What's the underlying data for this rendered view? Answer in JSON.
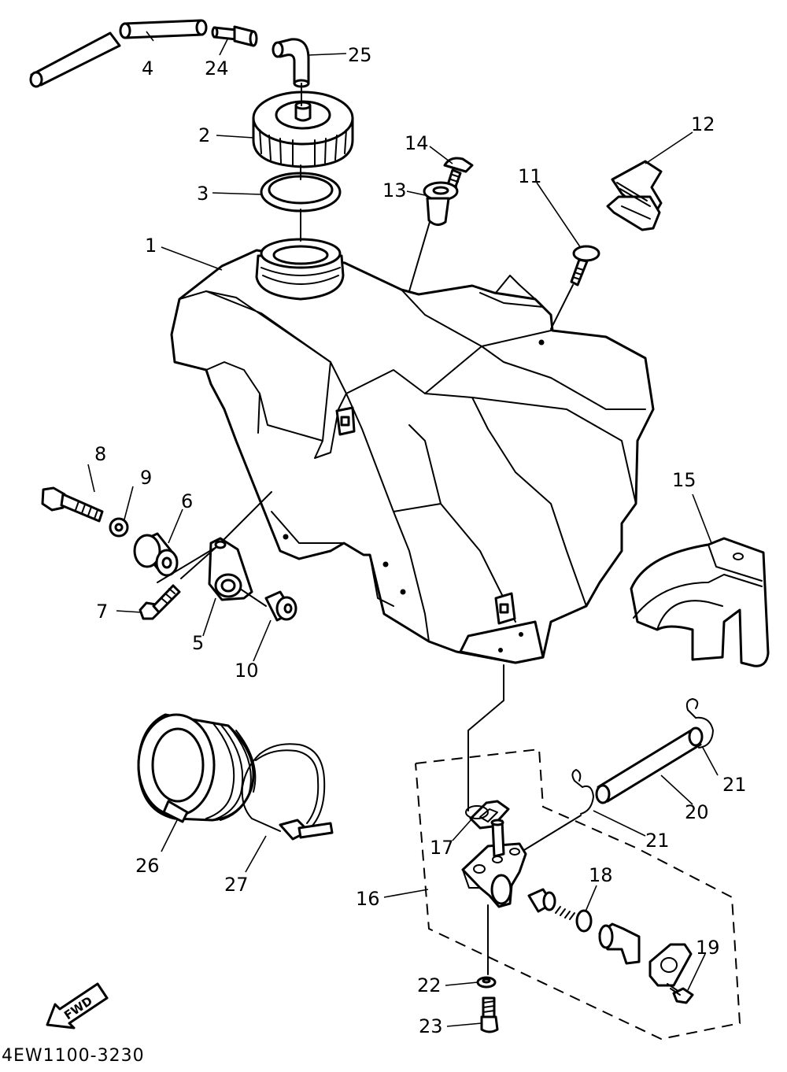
{
  "diagram": {
    "drawing_code": "4EW1100-3230",
    "fwd_label": "FWD",
    "callouts": [
      {
        "id": "c1",
        "text": "1"
      },
      {
        "id": "c2",
        "text": "2"
      },
      {
        "id": "c3",
        "text": "3"
      },
      {
        "id": "c4",
        "text": "4"
      },
      {
        "id": "c5",
        "text": "5"
      },
      {
        "id": "c6",
        "text": "6"
      },
      {
        "id": "c7",
        "text": "7"
      },
      {
        "id": "c8",
        "text": "8"
      },
      {
        "id": "c9",
        "text": "9"
      },
      {
        "id": "c10",
        "text": "10"
      },
      {
        "id": "c11",
        "text": "11"
      },
      {
        "id": "c12",
        "text": "12"
      },
      {
        "id": "c13",
        "text": "13"
      },
      {
        "id": "c14",
        "text": "14"
      },
      {
        "id": "c15",
        "text": "15"
      },
      {
        "id": "c16",
        "text": "16"
      },
      {
        "id": "c17",
        "text": "17"
      },
      {
        "id": "c18",
        "text": "18"
      },
      {
        "id": "c19",
        "text": "19"
      },
      {
        "id": "c20",
        "text": "20"
      },
      {
        "id": "c21a",
        "text": "21"
      },
      {
        "id": "c21b",
        "text": "21"
      },
      {
        "id": "c22",
        "text": "22"
      },
      {
        "id": "c23",
        "text": "23"
      },
      {
        "id": "c24",
        "text": "24"
      },
      {
        "id": "c25",
        "text": "25"
      },
      {
        "id": "c26",
        "text": "26"
      },
      {
        "id": "c27",
        "text": "27"
      }
    ]
  }
}
